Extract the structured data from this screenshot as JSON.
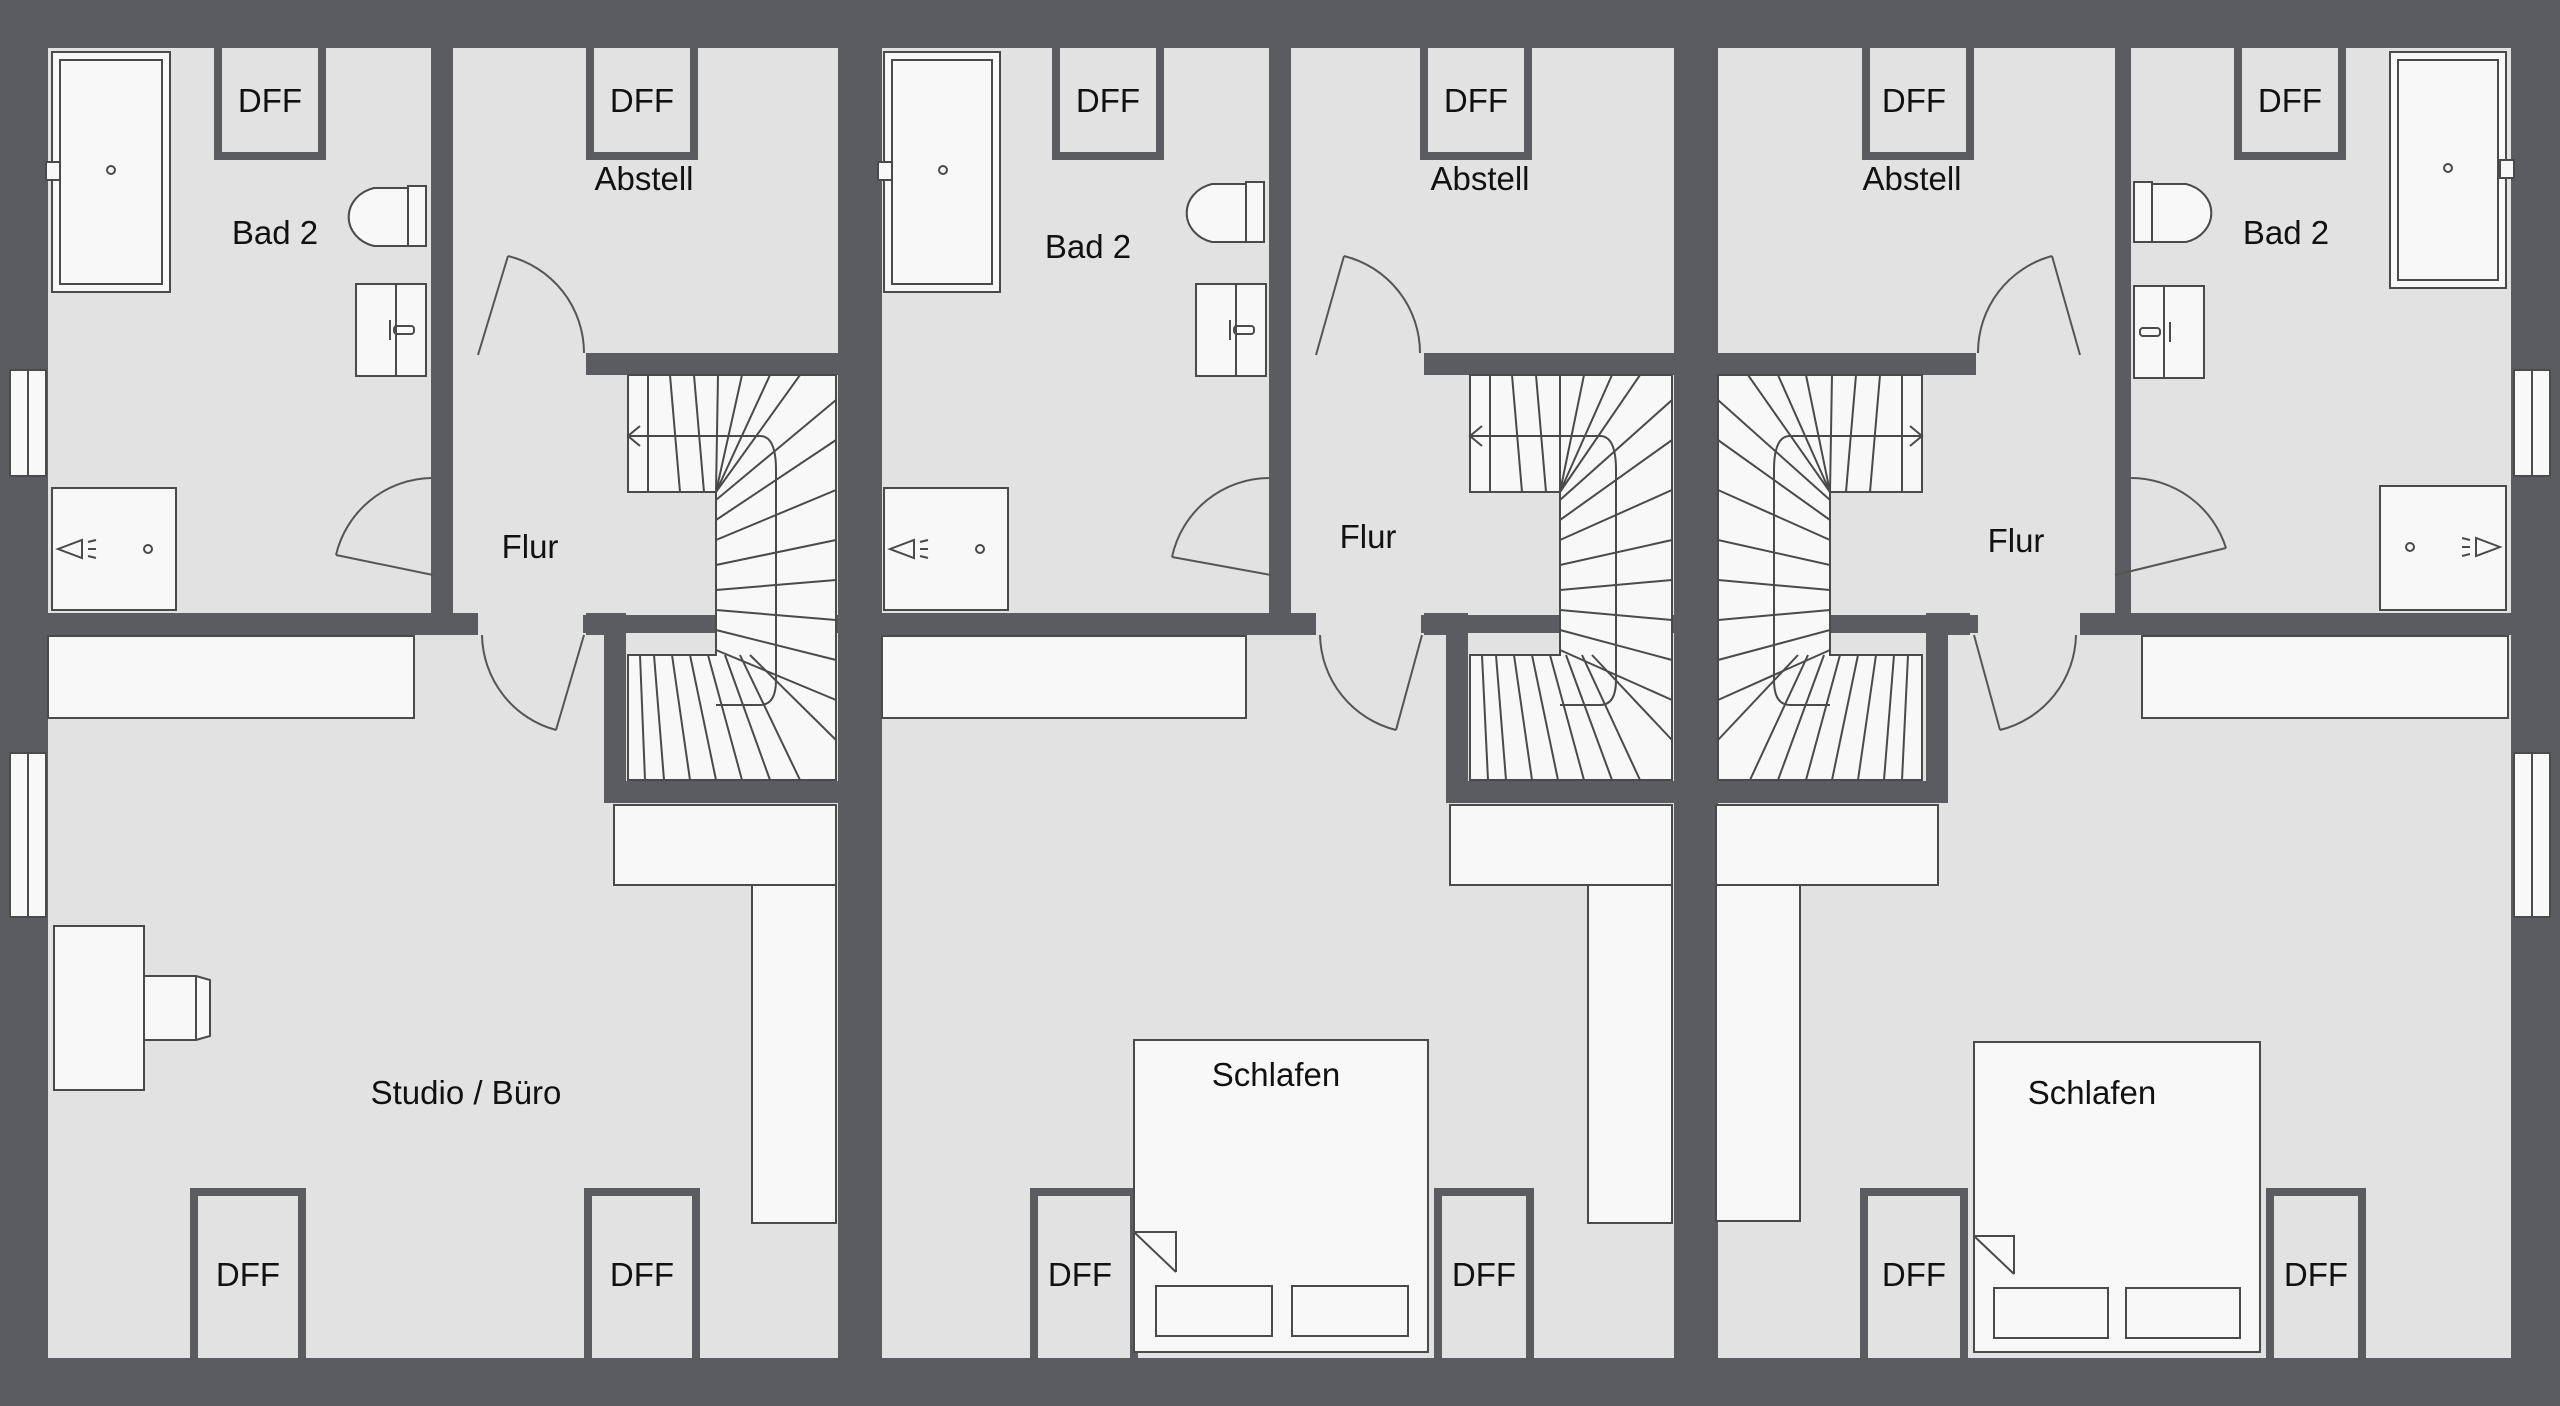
{
  "colors": {
    "wall": "#5a5c60",
    "floor": "#e2e2e2",
    "furniture": "#f8f8f8",
    "line": "#4a4a4a",
    "text": "#111111",
    "background": "#ffffff"
  },
  "units": [
    {
      "bath": "Bad 2",
      "storage": "Abstell",
      "hall": "Flur",
      "main_room": "Studio / Büro",
      "skylights": [
        "DFF",
        "DFF",
        "DFF",
        "DFF"
      ]
    },
    {
      "bath": "Bad 2",
      "storage": "Abstell",
      "hall": "Flur",
      "main_room": "Schlafen",
      "skylights": [
        "DFF",
        "DFF",
        "DFF",
        "DFF"
      ]
    },
    {
      "bath": "Bad 2",
      "storage": "Abstell",
      "hall": "Flur",
      "main_room": "Schlafen",
      "skylights": [
        "DFF",
        "DFF",
        "DFF",
        "DFF"
      ]
    }
  ],
  "icons": [
    "bathtub-icon",
    "toilet-icon",
    "sink-icon",
    "shower-icon",
    "stair-icon",
    "door-swing-icon",
    "window-icon",
    "bed-icon",
    "desk-icon",
    "cabinet-icon"
  ]
}
